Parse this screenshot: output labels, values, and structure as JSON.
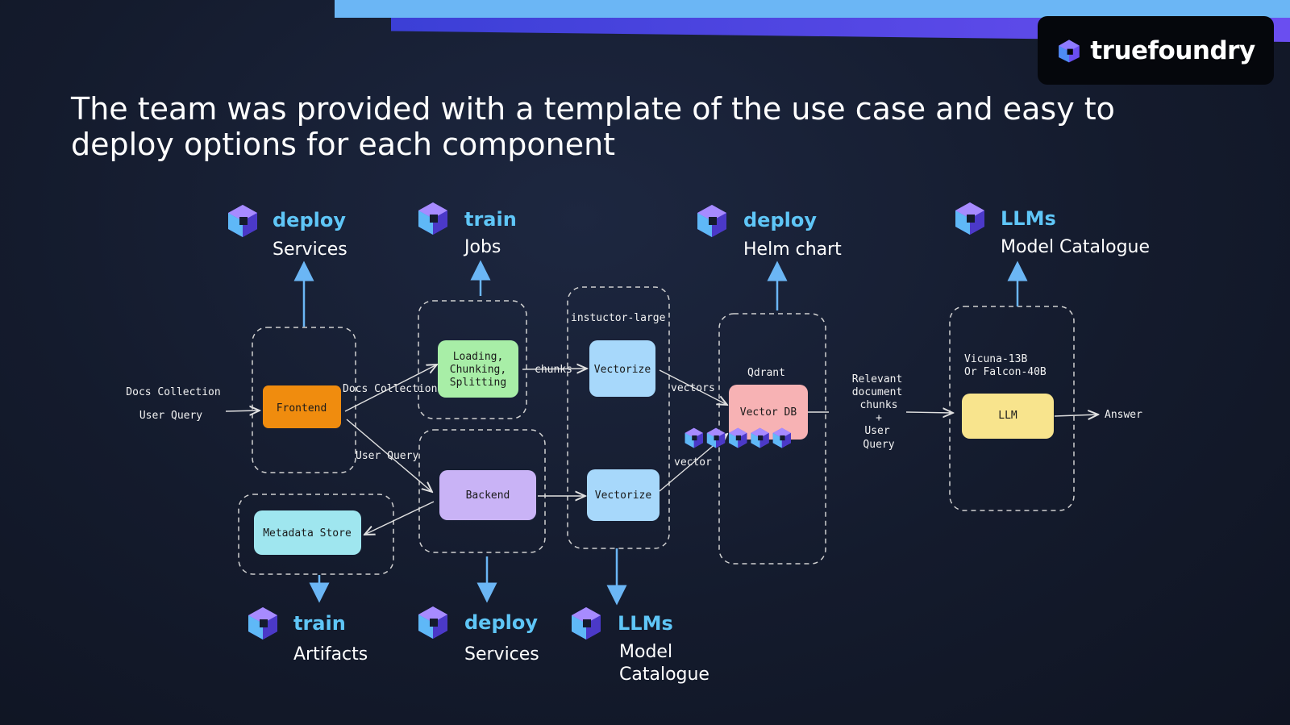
{
  "brand": {
    "name": "truefoundry"
  },
  "title": "The team was provided with a template of the use case and easy to deploy options for each component",
  "tags": {
    "frontend": {
      "word": "deploy",
      "sub": "Services"
    },
    "loading": {
      "word": "train",
      "sub": "Jobs"
    },
    "vectordb": {
      "word": "deploy",
      "sub": "Helm chart"
    },
    "llm": {
      "word": "LLMs",
      "sub": "Model Catalogue"
    },
    "metadata": {
      "word": "train",
      "sub": "Artifacts"
    },
    "backend": {
      "word": "deploy",
      "sub": "Services"
    },
    "vectorize": {
      "word": "LLMs",
      "sub1": "Model",
      "sub2": "Catalogue"
    }
  },
  "nodes": {
    "frontend": "Frontend",
    "loading": [
      "Loading,",
      "Chunking,",
      "Splitting"
    ],
    "vectorize_top": "Vectorize",
    "vectorize_bottom": "Vectorize",
    "backend": "Backend",
    "metadata_store": "Metadata Store",
    "vector_db": "Vector DB",
    "llm": "LLM"
  },
  "labels": {
    "docs_collection_in": "Docs Collection",
    "user_query_in": "User Query",
    "docs_collection": "Docs Collection",
    "user_query": "User Query",
    "chunks": "chunks",
    "instructor_large": "instuctor-large",
    "vectors": "vectors",
    "vector": "vector",
    "qdrant": "Qdrant",
    "relevant": [
      "Relevant",
      "document",
      "chunks",
      "+",
      "User",
      "Query"
    ],
    "vicuna": [
      "Vicuna-13B",
      "Or Falcon-40B"
    ],
    "answer": "Answer"
  },
  "colors": {
    "frontend": "#f08c0e",
    "loading": "#a8eea7",
    "vectorize": "#a7d8fb",
    "backend": "#c9b3f6",
    "metadata": "#9fe6ef",
    "vectordb": "#f7b2b4",
    "llm": "#f8e48d",
    "accent": "#5fc6f7"
  }
}
